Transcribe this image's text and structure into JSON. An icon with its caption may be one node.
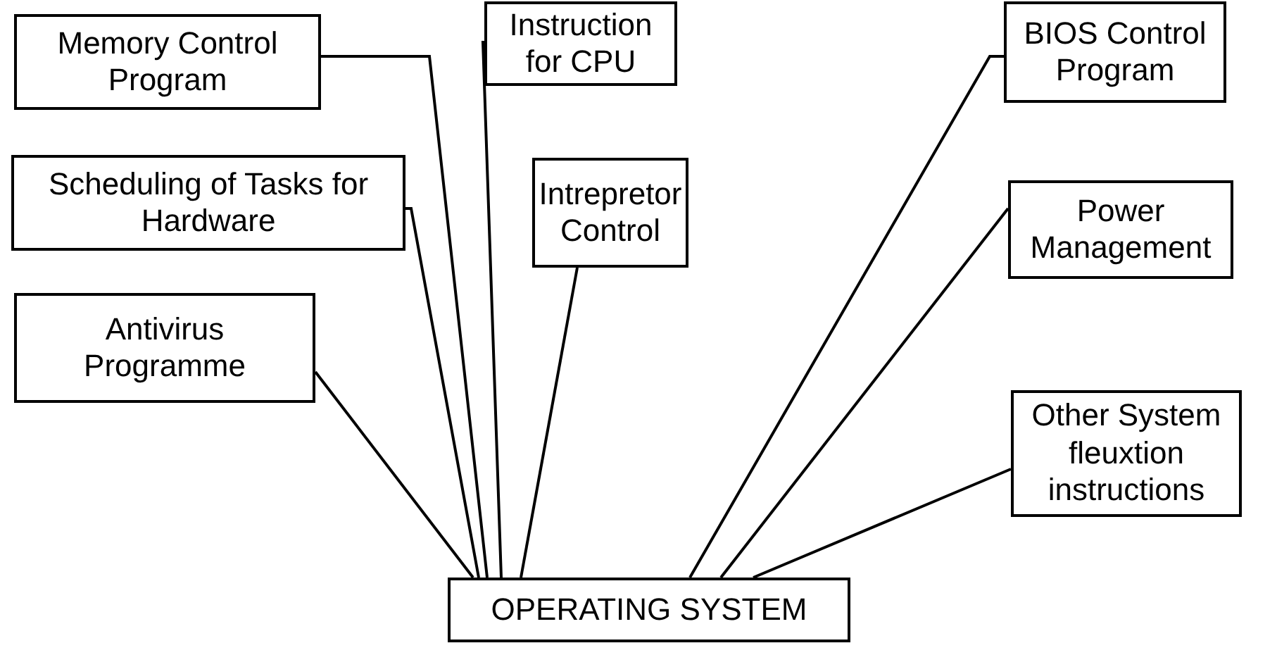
{
  "diagram": {
    "nodes": [
      {
        "text": [
          "Memory Control Program"
        ]
      },
      {
        "text": [
          "Instruction for CPU"
        ]
      },
      {
        "text": [
          "BIOS Control Program"
        ]
      },
      {
        "text": [
          "Scheduling of Tasks for Hardware"
        ]
      },
      {
        "text": [
          "Intrepretor Control"
        ]
      },
      {
        "text": [
          "Power Management"
        ]
      },
      {
        "text": [
          "Antivirus Programme"
        ]
      },
      {
        "text": [
          "Other System fleuxtion instructions"
        ]
      },
      {
        "text": [
          "OPERATING SYSTEM"
        ]
      }
    ],
    "edges": [
      {
        "from": 0,
        "to": 8,
        "arrow": "none"
      },
      {
        "from": 1,
        "to": 8,
        "arrow": "none"
      },
      {
        "from": 2,
        "to": 8,
        "arrow": "none"
      },
      {
        "from": 3,
        "to": 8,
        "arrow": "none"
      },
      {
        "from": 4,
        "to": 8,
        "arrow": "none"
      },
      {
        "from": 5,
        "to": 8,
        "arrow": "none"
      },
      {
        "from": 6,
        "to": 8,
        "arrow": "none"
      },
      {
        "from": 7,
        "to": 8,
        "arrow": "none"
      }
    ]
  }
}
